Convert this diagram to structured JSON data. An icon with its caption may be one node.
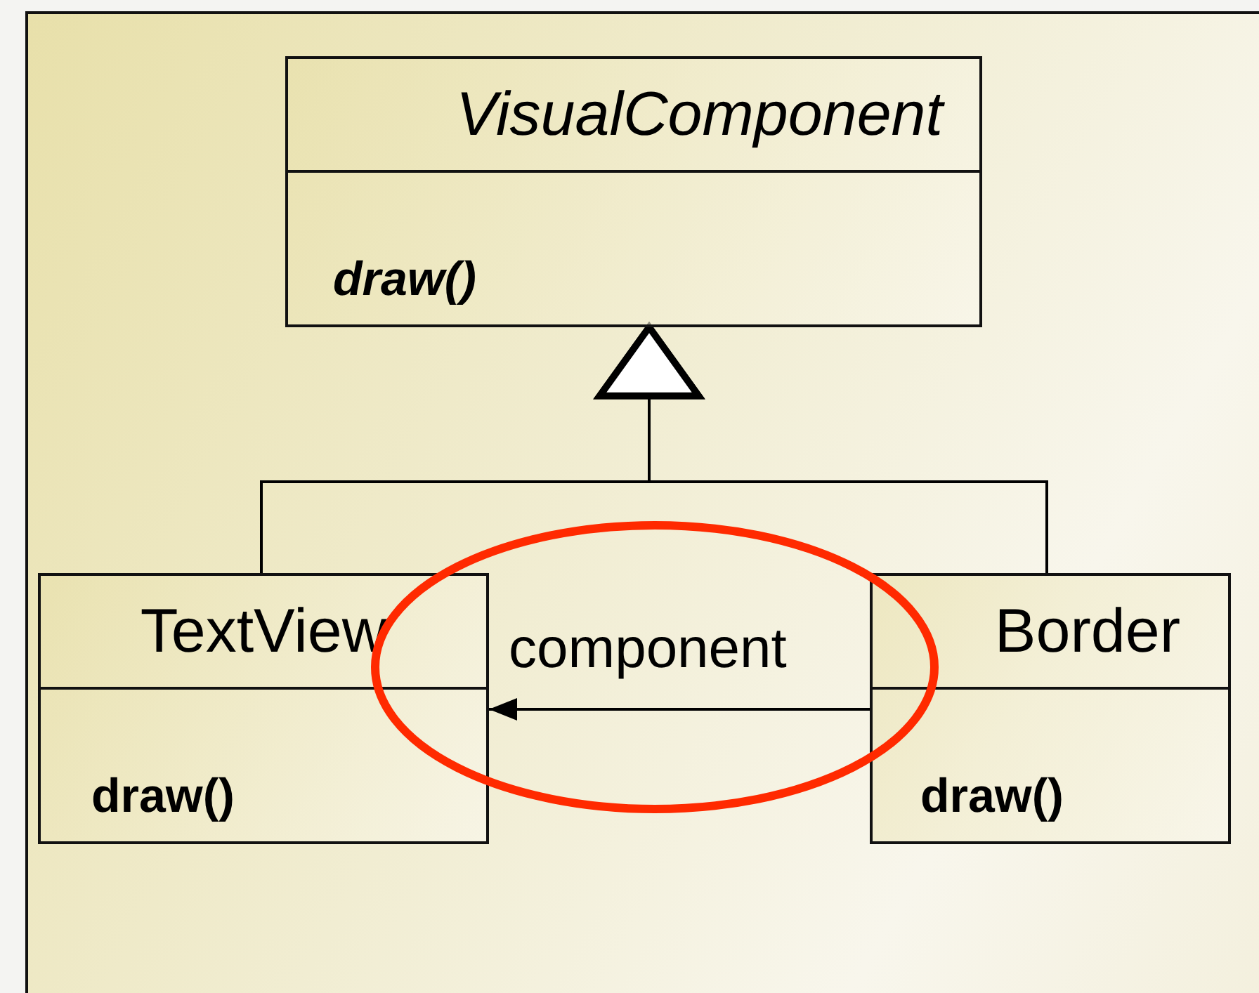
{
  "diagram": {
    "nodes": [
      {
        "text": [
          "VisualComponent",
          "draw()"
        ]
      },
      {
        "text": [
          "TextView",
          "draw()"
        ]
      },
      {
        "text": [
          "Border",
          "draw()"
        ]
      }
    ],
    "edges": [
      {
        "from": 1,
        "to": 0,
        "arrow": "to"
      },
      {
        "from": 2,
        "to": 0,
        "arrow": "to"
      },
      {
        "from": 2,
        "to": 1,
        "arrow": "to",
        "label": "component"
      }
    ]
  }
}
